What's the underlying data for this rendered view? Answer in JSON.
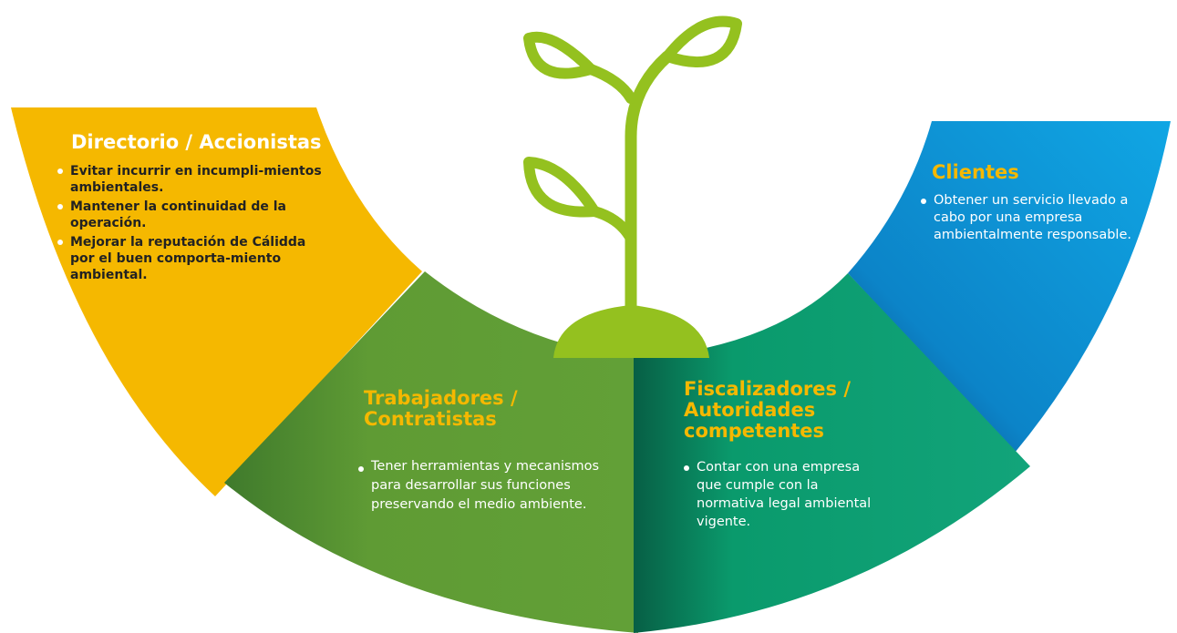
{
  "colors": {
    "directorio": "#f5b800",
    "trabajadores": "#5f9b34",
    "fiscalizadores": "#0aa074",
    "clientes": "#0c9ede",
    "plant": "#94c11f",
    "heading_accent": "#f5b800"
  },
  "plant_icon": "sprout-icon",
  "stakeholders": [
    {
      "title": "Directorio / Accionistas",
      "items": [
        "Evitar incurrir en incumpli-mientos ambientales.",
        "Mantener la continuidad de la operación.",
        "Mejorar la reputación de Cálidda por el buen comporta-miento ambiental."
      ]
    },
    {
      "title": "Trabajadores / Contratistas",
      "items": [
        "Tener herramientas y mecanismos para desarrollar sus funciones preservando el medio ambiente."
      ]
    },
    {
      "title": "Fiscalizadores / Autoridades competentes",
      "items": [
        "Contar con una empresa que cumple con la normativa legal ambiental vigente."
      ]
    },
    {
      "title": "Clientes",
      "items": [
        "Obtener un servicio llevado a cabo por una empresa ambientalmente responsable."
      ]
    }
  ]
}
